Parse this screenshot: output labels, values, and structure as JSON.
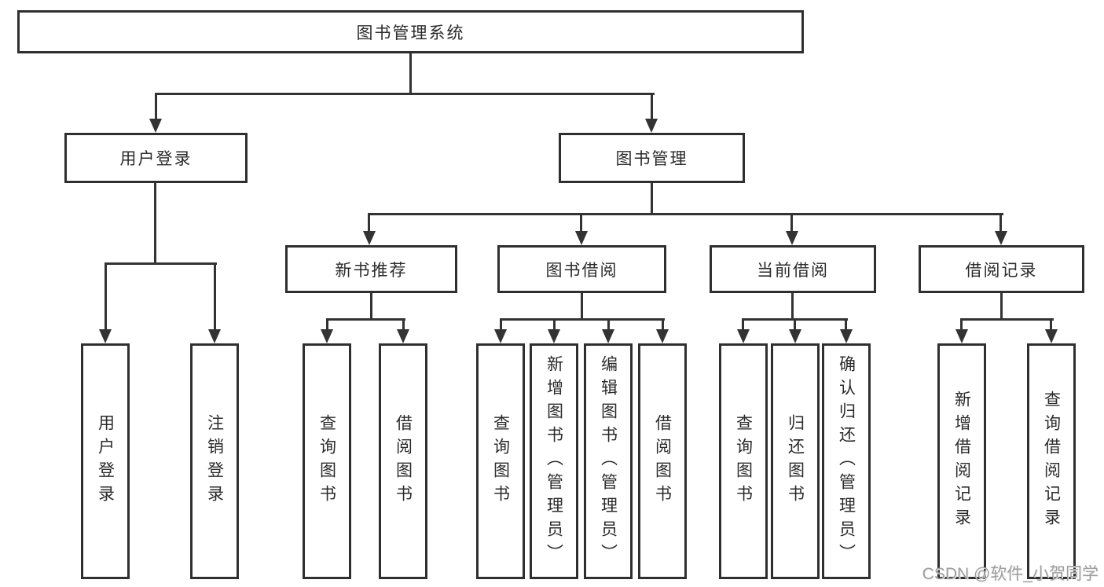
{
  "nodes": {
    "root": "图书管理系统",
    "user_login": "用户登录",
    "book_mgmt": "图书管理",
    "new_book_rec": "新书推荐",
    "book_borrow": "图书借阅",
    "current_borrow": "当前借阅",
    "borrow_record": "借阅记录"
  },
  "leaves": {
    "user_login": [
      "用户登录",
      "注销登录"
    ],
    "new_book_rec": [
      "查询图书",
      "借阅图书"
    ],
    "book_borrow": [
      "查询图书",
      "新增图书（管理员）",
      "编辑图书（管理员）",
      "借阅图书"
    ],
    "current_borrow": [
      "查询图书",
      "归还图书",
      "确认归还（管理员）"
    ],
    "borrow_record": [
      "新增借阅记录",
      "查询借阅记录"
    ]
  },
  "watermark": "CSDN @软件_小贺同学",
  "colors": {
    "line": "#333333",
    "border": "#2f2f2f",
    "text": "#2b2b2b",
    "watermark": "#9e9e9e",
    "background": "#ffffff"
  }
}
